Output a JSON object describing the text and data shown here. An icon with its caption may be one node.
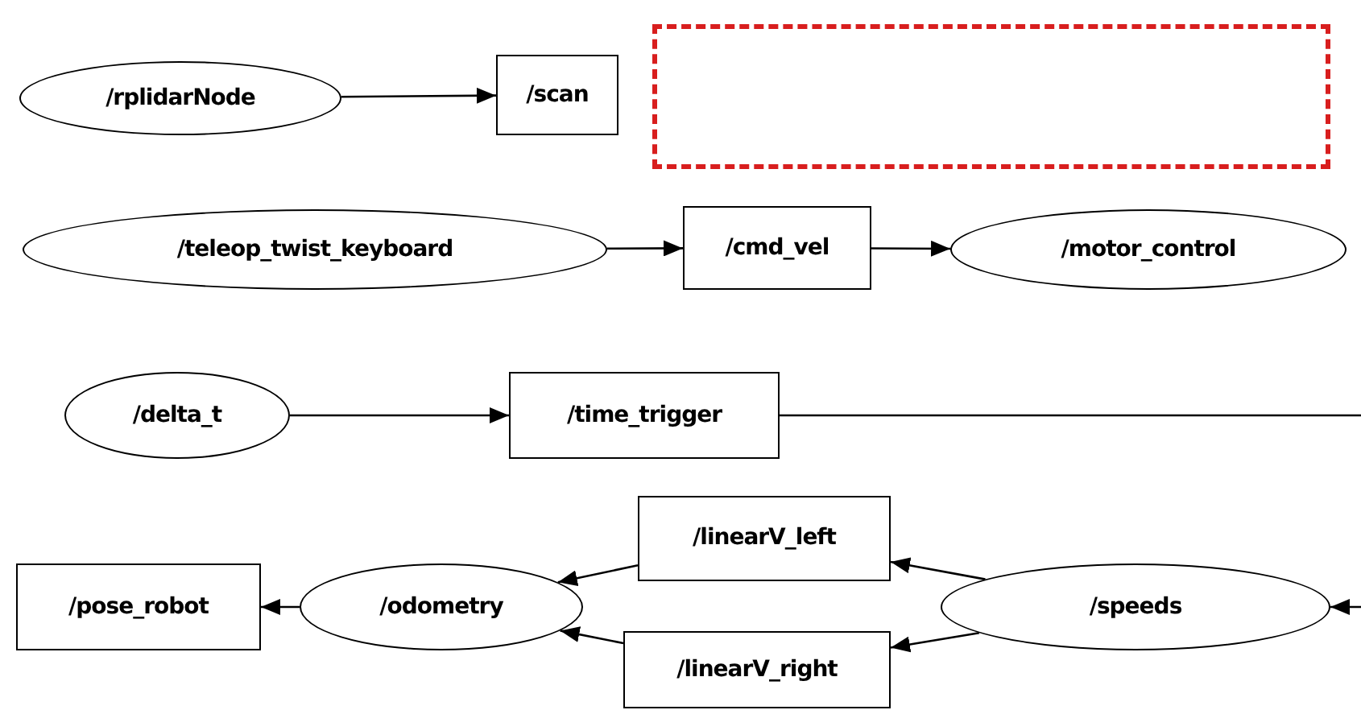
{
  "diagram": {
    "nodes": [
      {
        "text": [
          "/rplidarNode"
        ]
      },
      {
        "text": [
          "/scan"
        ]
      },
      {
        "text": [],
        "shape": "box"
      },
      {
        "text": [
          "/teleop_twist_keyboard"
        ]
      },
      {
        "text": [
          "/cmd_vel"
        ]
      },
      {
        "text": [
          "/motor_control"
        ]
      },
      {
        "text": [
          "/delta_t"
        ]
      },
      {
        "text": [
          "/time_trigger"
        ]
      },
      {
        "text": [
          "/linearV_left"
        ]
      },
      {
        "text": [
          "/pose_robot"
        ]
      },
      {
        "text": [
          "/odometry"
        ]
      },
      {
        "text": [
          "/speeds"
        ]
      },
      {
        "text": [
          "/linearV_right"
        ]
      }
    ],
    "edges": [
      {
        "from": 0,
        "to": 1,
        "arrow": "to"
      },
      {
        "from": 3,
        "to": 4,
        "arrow": "to"
      },
      {
        "from": 4,
        "to": 5,
        "arrow": "to"
      },
      {
        "from": 6,
        "to": 7,
        "arrow": "to"
      },
      {
        "from": 7,
        "to": null,
        "arrow": "none"
      },
      {
        "from": null,
        "to": 11,
        "arrow": "to"
      },
      {
        "from": 11,
        "to": 8,
        "arrow": "to"
      },
      {
        "from": 11,
        "to": 12,
        "arrow": "to"
      },
      {
        "from": 8,
        "to": 10,
        "arrow": "to"
      },
      {
        "from": 12,
        "to": 10,
        "arrow": "to"
      },
      {
        "from": 10,
        "to": 9,
        "arrow": "to"
      }
    ]
  }
}
